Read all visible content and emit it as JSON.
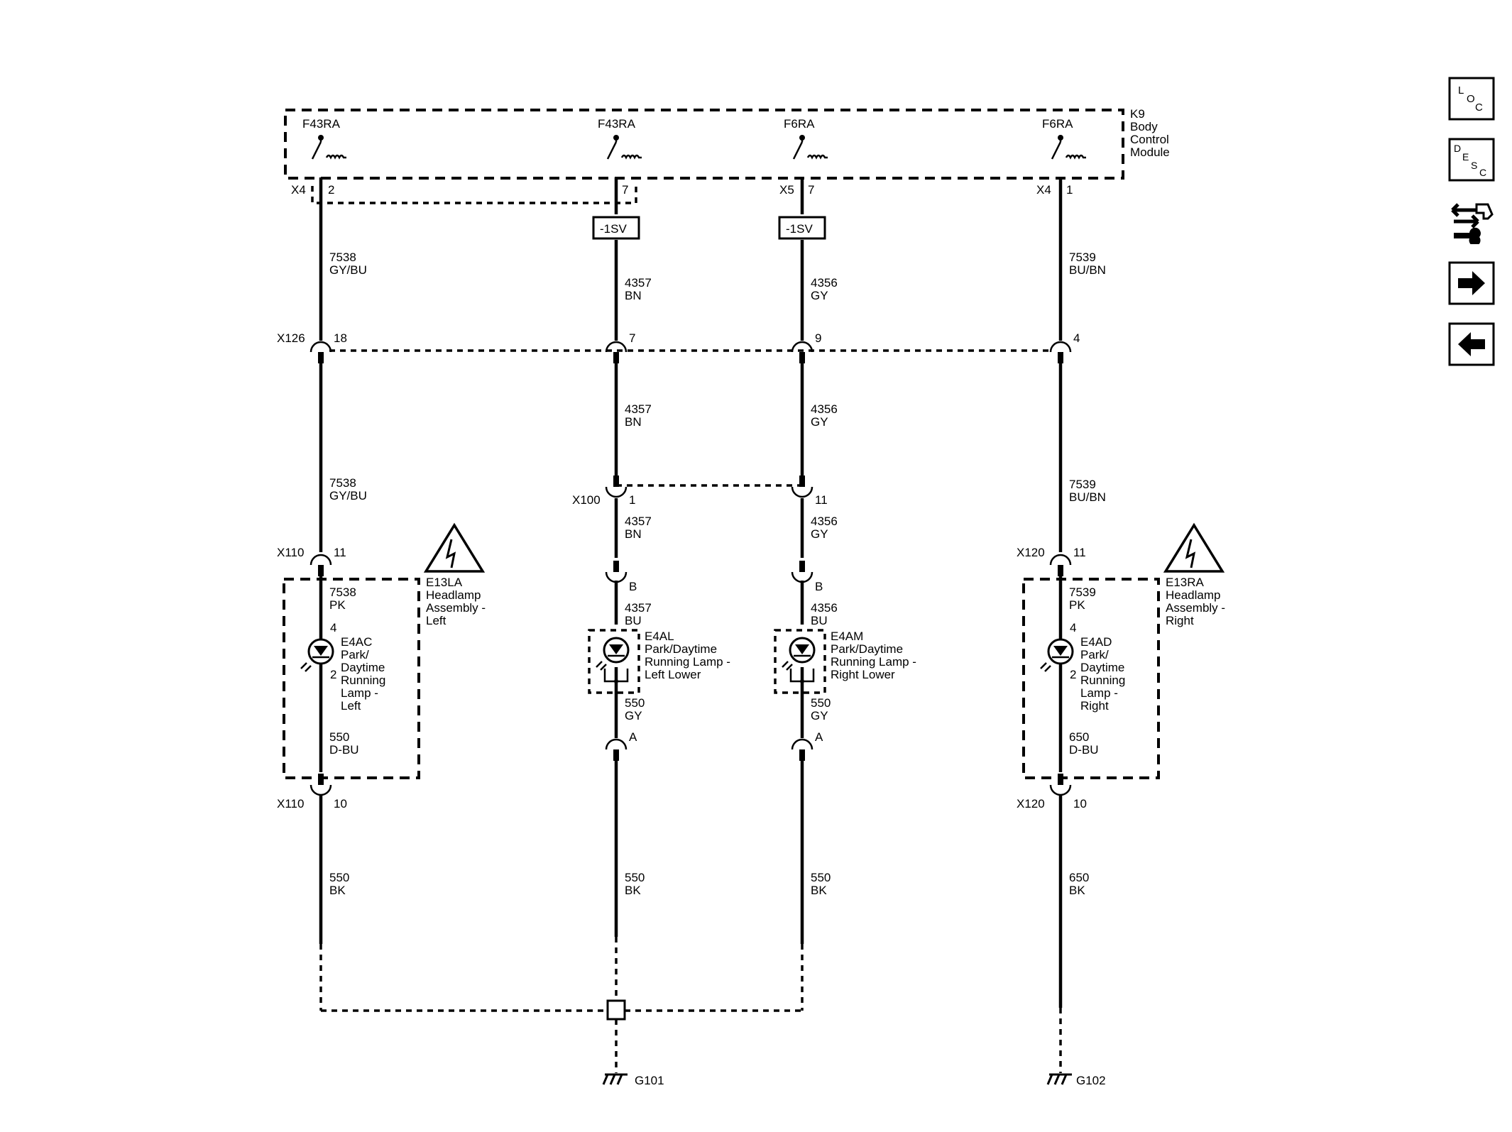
{
  "module": {
    "lines": [
      "K9",
      "Body",
      "Control",
      "Module"
    ]
  },
  "fuses": [
    "F43RA",
    "F43RA",
    "F6RA",
    "F6RA"
  ],
  "connectors": {
    "x4_a": "X4",
    "x4_a_pin": "2",
    "pin7_a": "7",
    "x5": "X5",
    "x5_pin": "7",
    "x4_b": "X4",
    "x4_b_pin": "1",
    "x126": "X126",
    "x126_p1": "18",
    "x126_p2": "7",
    "x126_p3": "9",
    "x126_p4": "4",
    "x100": "X100",
    "x100_p1": "1",
    "x100_p2": "11",
    "x110_top": "X110",
    "x110_top_pin": "11",
    "x120_top": "X120",
    "x120_top_pin": "11",
    "b_left": "B",
    "b_right": "B",
    "a_left": "A",
    "a_right": "A",
    "x110_bot": "X110",
    "x110_bot_pin": "10",
    "x120_bot": "X120",
    "x120_bot_pin": "10",
    "pin4_l": "4",
    "pin2_l": "2",
    "pin4_r": "4",
    "pin2_r": "2"
  },
  "sv_labels": [
    "-1SV",
    "-1SV"
  ],
  "wires": {
    "w1a": [
      "7538",
      "GY/BU"
    ],
    "w2a": [
      "4357",
      "BN"
    ],
    "w3a": [
      "4356",
      "GY"
    ],
    "w4a": [
      "7539",
      "BU/BN"
    ],
    "w2b": [
      "4357",
      "BN"
    ],
    "w3b": [
      "4356",
      "GY"
    ],
    "w1b": [
      "7538",
      "GY/BU"
    ],
    "w4b": [
      "7539",
      "BU/BN"
    ],
    "w2c": [
      "4357",
      "BN"
    ],
    "w3c": [
      "4356",
      "GY"
    ],
    "w1c": [
      "7538",
      "PK"
    ],
    "w4c": [
      "7539",
      "PK"
    ],
    "w2d": [
      "4357",
      "BU"
    ],
    "w3d": [
      "4356",
      "BU"
    ],
    "w2e": [
      "550",
      "GY"
    ],
    "w3e": [
      "550",
      "GY"
    ],
    "w1d": [
      "550",
      "D-BU"
    ],
    "w4d": [
      "650",
      "D-BU"
    ],
    "w1e": [
      "550",
      "BK"
    ],
    "w2f": [
      "550",
      "BK"
    ],
    "w3f": [
      "550",
      "BK"
    ],
    "w4e": [
      "650",
      "BK"
    ]
  },
  "components": {
    "e13la": [
      "E13LA",
      "Headlamp",
      "Assembly -",
      "Left"
    ],
    "e13ra": [
      "E13RA",
      "Headlamp",
      "Assembly -",
      "Right"
    ],
    "e4ac": [
      "E4AC",
      "Park/",
      "Daytime",
      "Running",
      "Lamp -",
      "Left"
    ],
    "e4ad": [
      "E4AD",
      "Park/",
      "Daytime",
      "Running",
      "Lamp -",
      "Right"
    ],
    "e4al": [
      "E4AL",
      "Park/Daytime",
      "Running Lamp -",
      "Left Lower"
    ],
    "e4am": [
      "E4AM",
      "Park/Daytime",
      "Running Lamp -",
      "Right Lower"
    ]
  },
  "grounds": [
    "G101",
    "G102"
  ],
  "nav": {
    "loc": [
      "L",
      "O",
      "C"
    ],
    "desc": [
      "D",
      "E",
      "S",
      "C"
    ],
    "icons": [
      "connector-tool-icon",
      "arrow-right-icon",
      "arrow-left-icon"
    ]
  }
}
